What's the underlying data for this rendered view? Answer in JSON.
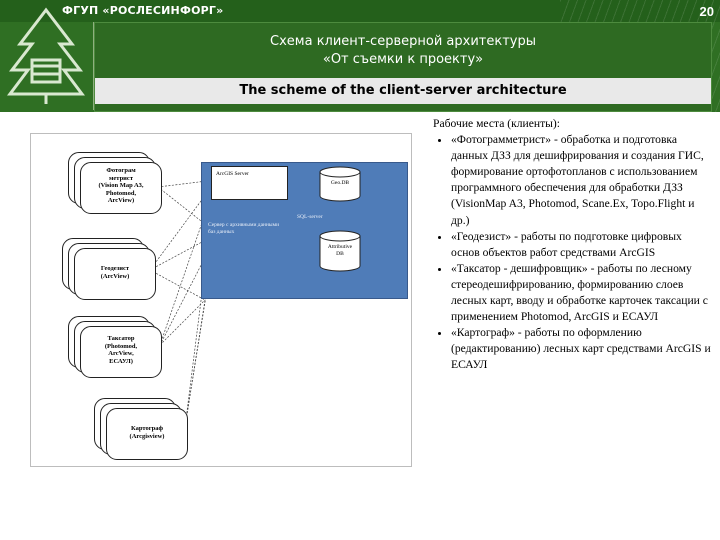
{
  "header": {
    "org_name": "ФГУП «РОСЛЕСИНФОРГ»",
    "slide_number": "20",
    "title_ru_line1": "Схема клиент-серверной архитектуры",
    "title_ru_line2": "«От съемки к проекту»",
    "title_en": "The scheme of the client-server architecture"
  },
  "diagram": {
    "server_panel": {
      "arcgis_server": "ArcGIS Server",
      "server_note_line1": "Сервер с архивными данными",
      "server_note_line2": "баз данных",
      "sql_server": "SQL-server",
      "geodb": "Geo.DB",
      "attribute_db_line1": "Attributive",
      "attribute_db_line2": "DB"
    },
    "clients": [
      {
        "lines": [
          "Фотограм",
          "метрист",
          "(Vision Map A3,",
          "Photomod,",
          "ArcView)"
        ]
      },
      {
        "lines": [
          "Геодезист",
          "(ArcView)"
        ]
      },
      {
        "lines": [
          "Таксатор",
          "(Photomod,",
          "ArcView,",
          "ЕСАУЛ)"
        ]
      },
      {
        "lines": [
          "Картограф",
          "(Arcgisview)"
        ]
      }
    ]
  },
  "text": {
    "heading": "Рабочие места (клиенты):",
    "items": [
      "«Фотограмметрист» - обработка и подготовка данных ДЗЗ для дешифрирования и создания ГИС, формирование ортофотопланов с использованием программного обеспечения для обработки ДЗЗ (VisionMap A3, Photomod, Scane.Ex, Topo.Flight и др.)",
      "«Геодезист» - работы по подготовке цифровых основ объектов работ средствами ArcGIS",
      "«Таксатор - дешифровщик» - работы по лесному стереодешифрированию, формированию слоев лесных карт, вводу и обработке карточек таксации с применением Photomod, ArcGIS и ЕСАУЛ",
      "«Картограф» - работы по оформлению (редактированию) лесных карт средствами ArcGIS и ЕСАУЛ"
    ]
  },
  "colors": {
    "header_green": "#2f6f23",
    "server_blue": "#4f7cb8"
  }
}
